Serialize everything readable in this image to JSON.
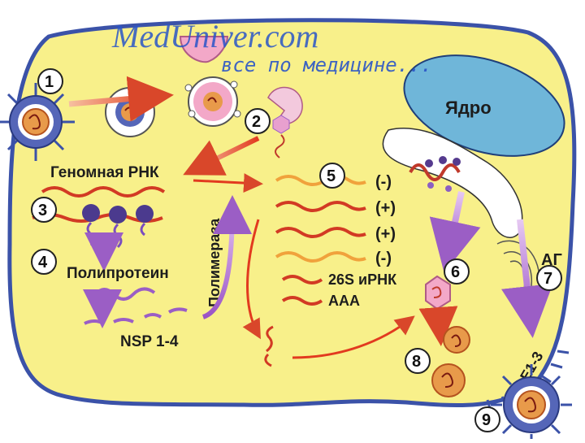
{
  "watermark": {
    "site": "MedUniver.com",
    "tagline": "все по медицине..."
  },
  "labels": {
    "nucleus": "Ядро",
    "genomic_rna": "Геномная РНК",
    "polyprotein": "Полипротеин",
    "polymerase": "Полимераза",
    "nsp": "NSP 1-4",
    "mrna": "26S иРНК",
    "polya": "AAA",
    "golgi": "АГ",
    "envelope": "E1-3"
  },
  "strands": [
    "(-)",
    "(+)",
    "(+)",
    "(-)"
  ],
  "steps": [
    "1",
    "2",
    "3",
    "4",
    "5",
    "6",
    "7",
    "8",
    "9"
  ],
  "colors": {
    "cell": "#f8f08a",
    "membrane": "#3b52a8",
    "nucleus": "#6fb6d9",
    "rna": "#d23a24",
    "arrow_red": "#e4502e",
    "arrow_purple": "#9b5ec5",
    "virion_pink": "#f3a8c8"
  }
}
